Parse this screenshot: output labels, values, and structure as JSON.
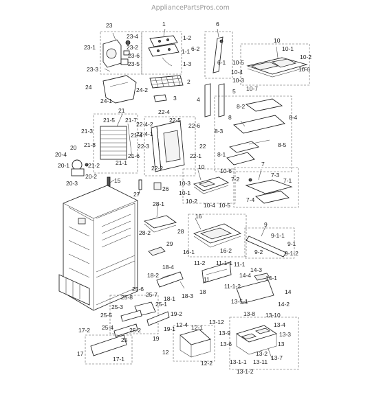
{
  "header": {
    "site": "AppliancePartsPros.com"
  },
  "callouts": [
    {
      "id": "c23",
      "text": "23"
    },
    {
      "id": "c23-4",
      "text": "23-4"
    },
    {
      "id": "c23-1",
      "text": "23-1"
    },
    {
      "id": "c23-2",
      "text": "23-2"
    },
    {
      "id": "c23-6",
      "text": "23-6"
    },
    {
      "id": "c23-5",
      "text": "23-5"
    },
    {
      "id": "c23-3",
      "text": "23-3"
    },
    {
      "id": "c1",
      "text": "1"
    },
    {
      "id": "c1-2",
      "text": "1-2"
    },
    {
      "id": "c1-1",
      "text": "1-1"
    },
    {
      "id": "c1-3",
      "text": "1-3"
    },
    {
      "id": "c2",
      "text": "2"
    },
    {
      "id": "c3",
      "text": "3"
    },
    {
      "id": "c24",
      "text": "24"
    },
    {
      "id": "c24-2",
      "text": "24-2"
    },
    {
      "id": "c24-1",
      "text": "24-1"
    },
    {
      "id": "c6",
      "text": "6"
    },
    {
      "id": "c6-2",
      "text": "6-2"
    },
    {
      "id": "c6-1",
      "text": "6-1"
    },
    {
      "id": "c4",
      "text": "4"
    },
    {
      "id": "c5",
      "text": "5"
    },
    {
      "id": "c10a",
      "text": "10"
    },
    {
      "id": "c10-1a",
      "text": "10-1"
    },
    {
      "id": "c10-2a",
      "text": "10-2"
    },
    {
      "id": "c10-5a",
      "text": "10-5"
    },
    {
      "id": "c10-4a",
      "text": "10-4"
    },
    {
      "id": "c10-6a",
      "text": "10-6"
    },
    {
      "id": "c10-3a",
      "text": "10-3"
    },
    {
      "id": "c10-7",
      "text": "10-7"
    },
    {
      "id": "c8-2",
      "text": "8-2"
    },
    {
      "id": "c8",
      "text": "8"
    },
    {
      "id": "c8-4",
      "text": "8-4"
    },
    {
      "id": "c8-3",
      "text": "8-3"
    },
    {
      "id": "c8-1",
      "text": "8-1"
    },
    {
      "id": "c8-5",
      "text": "8-5"
    },
    {
      "id": "c21",
      "text": "21"
    },
    {
      "id": "c21-5",
      "text": "21-5"
    },
    {
      "id": "c21-7",
      "text": "21-7"
    },
    {
      "id": "c21-3",
      "text": "21-3"
    },
    {
      "id": "c21-4",
      "text": "21-4"
    },
    {
      "id": "c21-8",
      "text": "21-8"
    },
    {
      "id": "c21-6",
      "text": "21-6"
    },
    {
      "id": "c21-2",
      "text": "21-2"
    },
    {
      "id": "c21-1",
      "text": "21-1"
    },
    {
      "id": "c22-4",
      "text": "22-4"
    },
    {
      "id": "c22-4-2",
      "text": "22-4-2"
    },
    {
      "id": "c22-5",
      "text": "22-5"
    },
    {
      "id": "c22-6",
      "text": "22-6"
    },
    {
      "id": "c22-4-1",
      "text": "22-4-1"
    },
    {
      "id": "c22-3",
      "text": "22-3"
    },
    {
      "id": "c22",
      "text": "22"
    },
    {
      "id": "c22-1",
      "text": "22-1"
    },
    {
      "id": "c22-2",
      "text": "22-2"
    },
    {
      "id": "c20",
      "text": "20"
    },
    {
      "id": "c20-4",
      "text": "20-4"
    },
    {
      "id": "c20-1",
      "text": "20-1"
    },
    {
      "id": "c20-2",
      "text": "20-2"
    },
    {
      "id": "c20-3",
      "text": "20-3"
    },
    {
      "id": "c15",
      "text": "15"
    },
    {
      "id": "c27",
      "text": "27"
    },
    {
      "id": "c26",
      "text": "26"
    },
    {
      "id": "c10b",
      "text": "10"
    },
    {
      "id": "c10-6b",
      "text": "10-6"
    },
    {
      "id": "c10-3b",
      "text": "10-3"
    },
    {
      "id": "c10-1b",
      "text": "10-1"
    },
    {
      "id": "c10-2b",
      "text": "10-2"
    },
    {
      "id": "c10-4b",
      "text": "10-4"
    },
    {
      "id": "c10-5b",
      "text": "10-5"
    },
    {
      "id": "c7",
      "text": "7"
    },
    {
      "id": "c7-2",
      "text": "7-2"
    },
    {
      "id": "c7-3",
      "text": "7-3"
    },
    {
      "id": "c7-1",
      "text": "7-1"
    },
    {
      "id": "c7-4",
      "text": "7-4"
    },
    {
      "id": "c28-1",
      "text": "28-1"
    },
    {
      "id": "c28-2",
      "text": "28-2"
    },
    {
      "id": "c28",
      "text": "28"
    },
    {
      "id": "c29",
      "text": "29"
    },
    {
      "id": "c16",
      "text": "16"
    },
    {
      "id": "c16-1",
      "text": "16-1"
    },
    {
      "id": "c16-2",
      "text": "16-2"
    },
    {
      "id": "c9",
      "text": "9"
    },
    {
      "id": "c9-1-1",
      "text": "9-1-1"
    },
    {
      "id": "c9-1",
      "text": "9-1"
    },
    {
      "id": "c9-2",
      "text": "9-2"
    },
    {
      "id": "c9-1-2",
      "text": "9-1-2"
    },
    {
      "id": "c11-2",
      "text": "11-2"
    },
    {
      "id": "c11-1-1",
      "text": "11-1-1"
    },
    {
      "id": "c11-1",
      "text": "11-1"
    },
    {
      "id": "c11",
      "text": "11"
    },
    {
      "id": "c11-1-2",
      "text": "11-1-2"
    },
    {
      "id": "c18-4",
      "text": "18-4"
    },
    {
      "id": "c18-2",
      "text": "18-2"
    },
    {
      "id": "c18",
      "text": "18"
    },
    {
      "id": "c18-1",
      "text": "18-1"
    },
    {
      "id": "c18-3",
      "text": "18-3"
    },
    {
      "id": "c14-3",
      "text": "14-3"
    },
    {
      "id": "c14-4",
      "text": "14-4"
    },
    {
      "id": "c14-1",
      "text": "14-1"
    },
    {
      "id": "c14",
      "text": "14"
    },
    {
      "id": "c13-5-1",
      "text": "13-5-1"
    },
    {
      "id": "c14-2",
      "text": "14-2"
    },
    {
      "id": "c25-6",
      "text": "25-6"
    },
    {
      "id": "c25-8",
      "text": "25-8"
    },
    {
      "id": "c25-7",
      "text": "25-7"
    },
    {
      "id": "c25-3",
      "text": "25-3"
    },
    {
      "id": "c25-1",
      "text": "25-1"
    },
    {
      "id": "c19-2",
      "text": "19-2"
    },
    {
      "id": "c25-5",
      "text": "25-5"
    },
    {
      "id": "c19-1",
      "text": "19-1"
    },
    {
      "id": "c25-2",
      "text": "25-2"
    },
    {
      "id": "c25-4",
      "text": "25-4"
    },
    {
      "id": "c19",
      "text": "19"
    },
    {
      "id": "c25",
      "text": "25"
    },
    {
      "id": "c13-8",
      "text": "13-8"
    },
    {
      "id": "c13-10",
      "text": "13-10"
    },
    {
      "id": "c13-12",
      "text": "13-12"
    },
    {
      "id": "c12-4",
      "text": "12-4"
    },
    {
      "id": "c12-1",
      "text": "12-1"
    },
    {
      "id": "c13-4",
      "text": "13-4"
    },
    {
      "id": "c13-9",
      "text": "13-9"
    },
    {
      "id": "c13-3",
      "text": "13-3"
    },
    {
      "id": "c13-6",
      "text": "13-6"
    },
    {
      "id": "c13",
      "text": "13"
    },
    {
      "id": "c12",
      "text": "12"
    },
    {
      "id": "c13-2",
      "text": "13-2"
    },
    {
      "id": "c13-7",
      "text": "13-7"
    },
    {
      "id": "c13-1-1",
      "text": "13-1-1"
    },
    {
      "id": "c13-11",
      "text": "13-11"
    },
    {
      "id": "c12-2",
      "text": "12-2"
    },
    {
      "id": "c13-1-2",
      "text": "13-1-2"
    },
    {
      "id": "c17-2",
      "text": "17-2"
    },
    {
      "id": "c17",
      "text": "17"
    },
    {
      "id": "c17-1",
      "text": "17-1"
    }
  ]
}
